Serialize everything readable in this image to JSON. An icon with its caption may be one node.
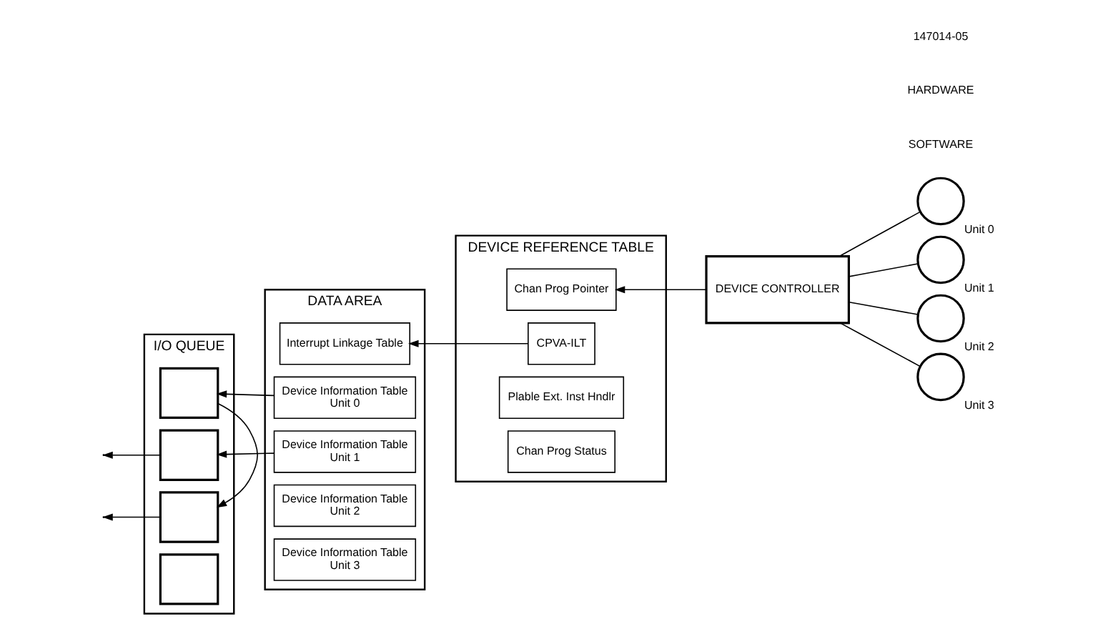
{
  "diagram": {
    "nodes": [
      {
        "text": [
          "I/O QUEUE"
        ]
      },
      {
        "text": [],
        "shape": "box",
        "in": 0
      },
      {
        "text": [],
        "shape": "box",
        "in": 0
      },
      {
        "text": [],
        "shape": "box",
        "in": 0
      },
      {
        "text": [],
        "shape": "box",
        "in": 0
      },
      {
        "text": [
          "DATA AREA"
        ]
      },
      {
        "text": [
          "Interrupt Linkage Table"
        ],
        "in": 5
      },
      {
        "text": [
          "Device Information Table",
          "Unit 0"
        ],
        "in": 5
      },
      {
        "text": [
          "Device Information Table",
          "Unit 1"
        ],
        "in": 5
      },
      {
        "text": [
          "Device Information Table",
          "Unit 2"
        ],
        "in": 5
      },
      {
        "text": [
          "Device Information Table",
          "Unit 3"
        ],
        "in": 5
      },
      {
        "text": [
          "DEVICE REFERENCE TABLE"
        ]
      },
      {
        "text": [
          "Chan Prog Pointer"
        ],
        "in": 11
      },
      {
        "text": [
          "CPVA-ILT"
        ],
        "in": 11
      },
      {
        "text": [
          "Plable Ext. Inst Hndlr"
        ],
        "in": 11
      },
      {
        "text": [
          "Chan Prog Status"
        ],
        "in": 11
      },
      {
        "text": [
          "DEVICE CONTROLLER"
        ]
      },
      {
        "text": [],
        "shape": "circle",
        "beside": [
          "Unit 0"
        ]
      },
      {
        "text": [],
        "shape": "circle",
        "beside": [
          "Unit 1"
        ]
      },
      {
        "text": [],
        "shape": "circle",
        "beside": [
          "Unit 2"
        ]
      },
      {
        "text": [],
        "shape": "circle",
        "beside": [
          "Unit 3"
        ]
      }
    ],
    "edges": [
      {
        "from": 16,
        "to": 12,
        "arrow": "to"
      },
      {
        "from": 13,
        "to": 6,
        "arrow": "to"
      },
      {
        "from": 7,
        "to": 1,
        "arrow": "to"
      },
      {
        "from": 8,
        "to": 2,
        "arrow": "to"
      },
      {
        "from": 1,
        "to": 3,
        "arrow": "to"
      },
      {
        "from": 2,
        "to": null,
        "arrow": "to"
      },
      {
        "from": 3,
        "to": null,
        "arrow": "to"
      },
      {
        "from": 17,
        "to": 16,
        "arrow": "none"
      },
      {
        "from": 18,
        "to": 16,
        "arrow": "none"
      },
      {
        "from": 19,
        "to": 16,
        "arrow": "none"
      },
      {
        "from": 20,
        "to": 16,
        "arrow": "none"
      }
    ],
    "labels": [
      "SOFTWARE",
      "HARDWARE",
      "147014-05"
    ]
  }
}
